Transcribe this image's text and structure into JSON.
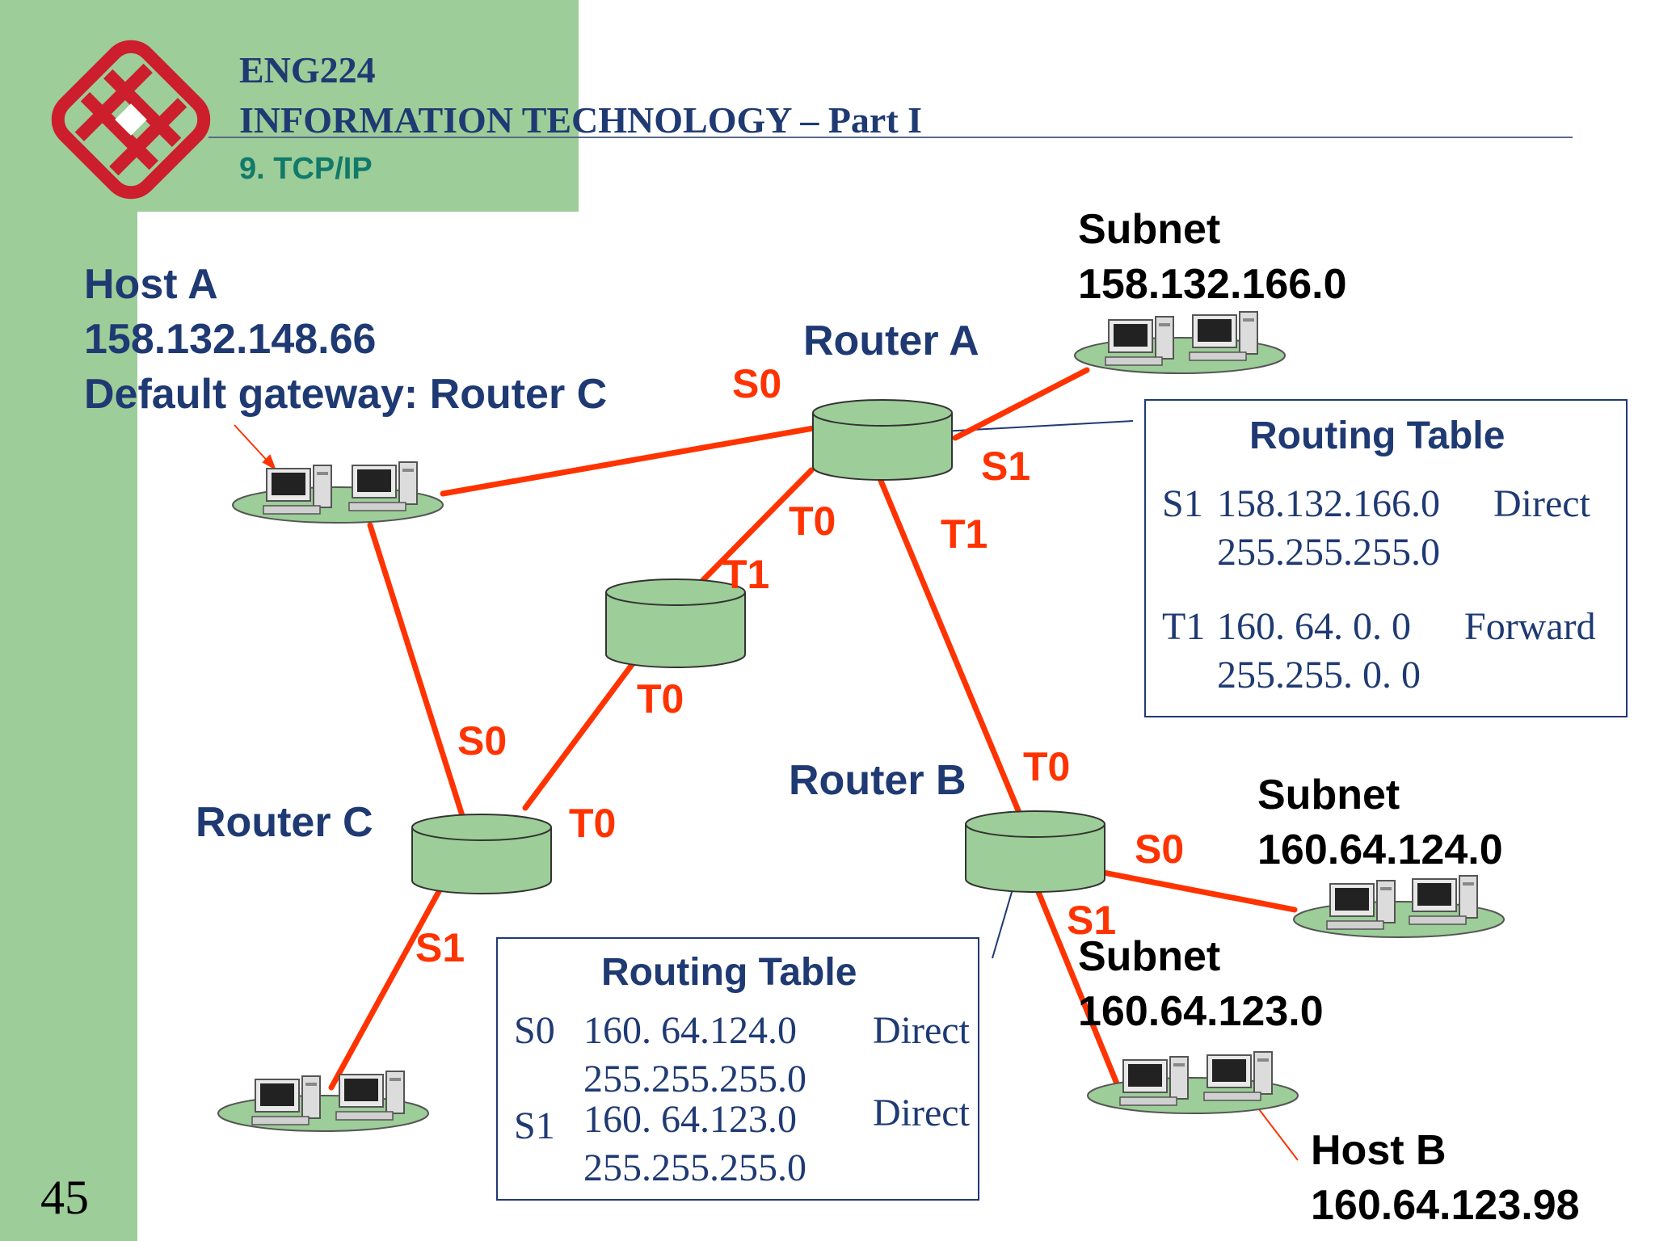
{
  "header": {
    "course": "ENG224",
    "title": "INFORMATION TECHNOLOGY – Part I",
    "section": "9. TCP/IP",
    "logo_icon": "polyu-logo-icon"
  },
  "page_number": "45",
  "host_a": {
    "name": "Host A",
    "ip": "158.132.148.66",
    "gateway": "Default gateway: Router C"
  },
  "host_b": {
    "name": "Host B",
    "ip": "160.64.123.98"
  },
  "routers": {
    "a": "Router A",
    "b": "Router B",
    "c": "Router C"
  },
  "subnets": {
    "top": {
      "label": "Subnet",
      "ip": "158.132.166.0"
    },
    "right": {
      "label": "Subnet",
      "ip": "160.64.124.0"
    },
    "bottom": {
      "label": "Subnet",
      "ip": "160.64.123.0"
    }
  },
  "ports": {
    "a_s0": "S0",
    "a_s1": "S1",
    "a_t0": "T0",
    "a_t1": "T1",
    "mid_t1": "T1",
    "mid_t0": "T0",
    "c_s0": "S0",
    "c_t0": "T0",
    "c_s1": "S1",
    "b_t0": "T0",
    "b_s0": "S0",
    "b_s1": "S1"
  },
  "routing_table_a": {
    "title": "Routing Table",
    "rows": [
      {
        "port": "S1",
        "network": "158.132.166.0",
        "mask": "255.255.255.0",
        "action": "Direct"
      },
      {
        "port": "T1",
        "network": "160.  64. 0. 0",
        "mask": "255.255. 0. 0",
        "action": "Forward"
      }
    ]
  },
  "routing_table_b": {
    "title": "Routing Table",
    "rows": [
      {
        "port": "S0",
        "network": "160.  64.124.0",
        "mask": "255.255.255.0",
        "action": "Direct"
      },
      {
        "port": "S1",
        "network": "160.  64.123.0",
        "mask": "255.255.255.0",
        "action": "Direct"
      }
    ]
  },
  "colors": {
    "link": "#ff3300",
    "router_fill": "#9dcd98",
    "navy": "#1f3a73",
    "strip": "#9dcd98"
  }
}
